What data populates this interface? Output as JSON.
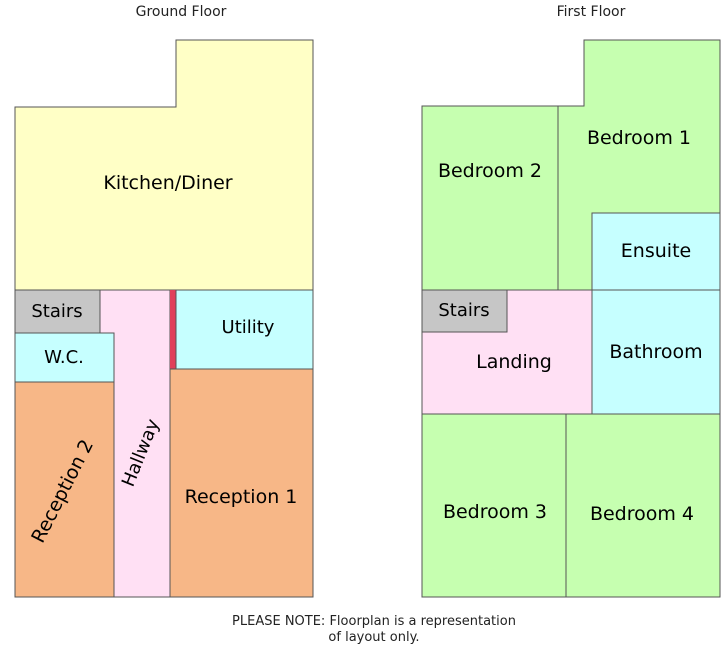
{
  "floors": {
    "ground": {
      "title": "Ground Floor",
      "rooms": {
        "kitchen_diner": "Kitchen/Diner",
        "stairs": "Stairs",
        "wc": "W.C.",
        "hallway": "Hallway",
        "utility": "Utility",
        "reception_2": "Reception 2",
        "reception_1": "Reception 1"
      }
    },
    "first": {
      "title": "First Floor",
      "rooms": {
        "bedroom_2": "Bedroom 2",
        "bedroom_1": "Bedroom 1",
        "ensuite": "Ensuite",
        "stairs": "Stairs",
        "landing": "Landing",
        "bathroom": "Bathroom",
        "bedroom_3": "Bedroom 3",
        "bedroom_4": "Bedroom 4"
      }
    }
  },
  "note": {
    "line1": "PLEASE NOTE: Floorplan is a representation",
    "line2": "of layout only."
  },
  "colors": {
    "kitchen": "#FFFFC6",
    "stairs": "#C6C6C6",
    "wc_utility": "#C6FFFF",
    "hallway_landing": "#FFE0F4",
    "reception": "#F7B787",
    "bedroom": "#C6FFB0",
    "door_marker": "#E0405A"
  }
}
